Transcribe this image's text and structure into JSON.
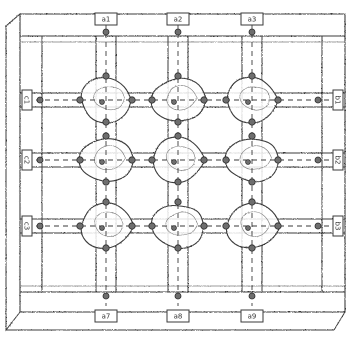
{
  "figure": {
    "style": "hand-drawn pencil sketch",
    "colors": {
      "ink": "#3a3a3a",
      "ink_light": "#7a7a7a",
      "paper": "#ffffff",
      "dot": "#2c2c2c",
      "dot_fill": "#6e6e6e"
    },
    "grid": {
      "rows": 3,
      "columns": 3,
      "rods_per_row": 2,
      "rods_per_column": 2
    },
    "labels": {
      "top": [
        "a1",
        "a2",
        "a3"
      ],
      "bottom": [
        "a7",
        "a8",
        "a9"
      ],
      "left": [
        "c1",
        "c2",
        "c3"
      ],
      "right": [
        "b1",
        "b2",
        "b3"
      ]
    }
  }
}
